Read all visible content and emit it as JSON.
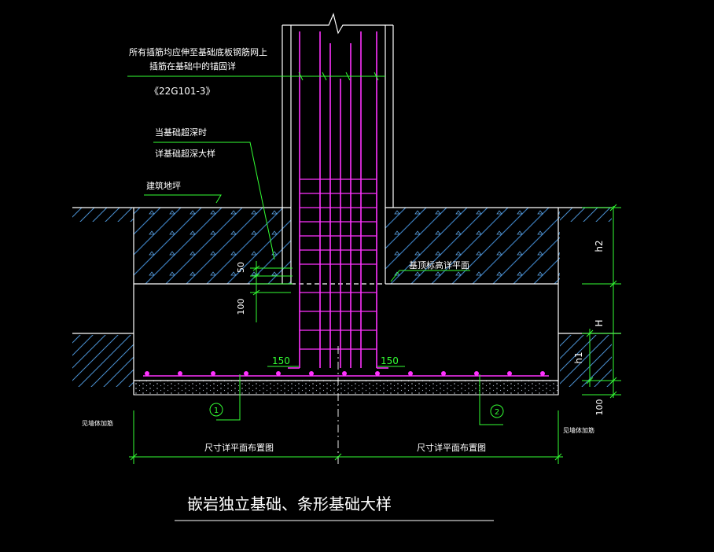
{
  "notes": {
    "dowel_line1": "所有插筋均应伸至基础底板钢筋网上",
    "dowel_line2": "插筋在基础中的锚固详",
    "dowel_ref": "《22G101-3》",
    "deep_line1": "当基础超深时",
    "deep_line2": "详基础超深大样",
    "ground": "建筑地坪",
    "top_elev": "基顶标高详平面"
  },
  "dims": {
    "d50": "50",
    "d100_left": "100",
    "d150_left": "150",
    "d150_right": "150",
    "h2": "h2",
    "H": "H",
    "h1": "h1",
    "d100_right": "100",
    "size_left": "尺寸详平面布置图",
    "size_right": "尺寸详平面布置图"
  },
  "callouts": {
    "rebar_1": "1",
    "rebar_2": "2",
    "side_left": "见墙体加筋",
    "side_right": "见墙体加筋"
  },
  "title": "嵌岩独立基础、条形基础大样",
  "colors": {
    "background": "#000000",
    "outline": "#ffffff",
    "rebar": "#ff33ff",
    "dimension": "#33ff33",
    "hatch": "#3a7ab8"
  }
}
